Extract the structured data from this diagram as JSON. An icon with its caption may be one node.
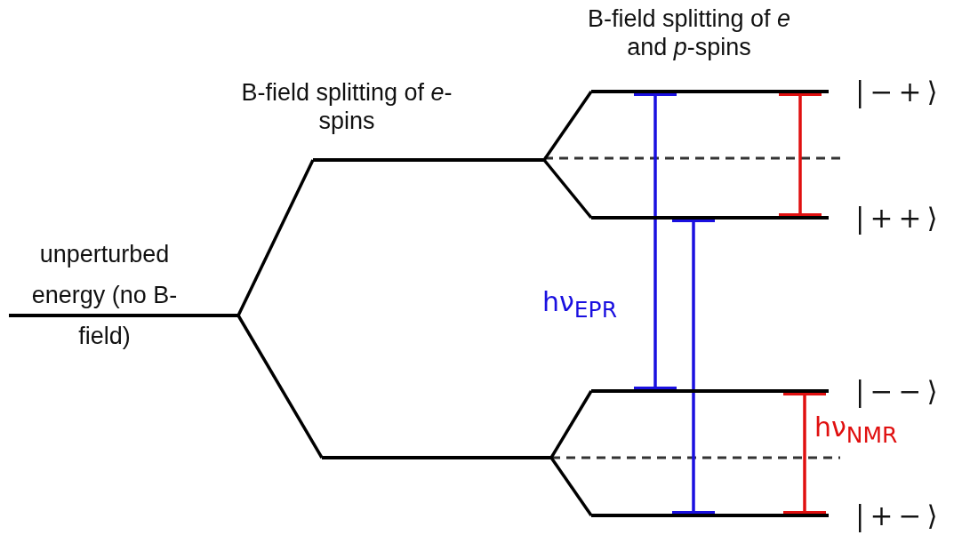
{
  "diagram": {
    "nodes": [
      {
        "text": [],
        "shape": "bar",
        "beside": [
          "unperturbed energy (no B-field)"
        ]
      },
      {
        "text": [],
        "shape": "bar"
      },
      {
        "text": [],
        "shape": "bar"
      },
      {
        "text": [],
        "shape": "bar",
        "beside": [
          "|−+⟩"
        ]
      },
      {
        "text": [],
        "shape": "bar",
        "beside": [
          "|++⟩"
        ]
      },
      {
        "text": [],
        "shape": "bar",
        "beside": [
          "|−−⟩"
        ]
      },
      {
        "text": [],
        "shape": "bar",
        "beside": [
          "|+−⟩"
        ]
      }
    ],
    "edges": [
      {
        "from": 0,
        "to": 1,
        "arrow": "none"
      },
      {
        "from": 0,
        "to": 2,
        "arrow": "none"
      },
      {
        "from": 1,
        "to": 3,
        "arrow": "none"
      },
      {
        "from": 1,
        "to": 4,
        "arrow": "none"
      },
      {
        "from": 2,
        "to": 5,
        "arrow": "none"
      },
      {
        "from": 2,
        "to": 6,
        "arrow": "none"
      },
      {
        "from": 3,
        "to": 5,
        "arrow": "other",
        "color": "#1a10e0"
      },
      {
        "from": 4,
        "to": 6,
        "arrow": "other",
        "color": "#1a10e0"
      },
      {
        "from": 3,
        "to": 4,
        "arrow": "other",
        "color": "#e01010"
      },
      {
        "from": 5,
        "to": 6,
        "arrow": "other",
        "color": "#e01010"
      }
    ],
    "labels": [
      "B-field splitting of *e* and *p*-spins",
      "B-field splitting of *e*-spins",
      "hν$_{EPR}$",
      "hν$_{NMR}$"
    ]
  }
}
